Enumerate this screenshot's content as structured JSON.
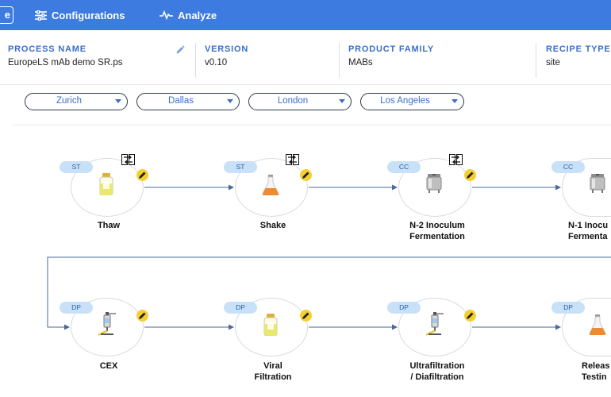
{
  "topbar": {
    "left_stub_label": "e",
    "configurations_label": "Configurations",
    "analyze_label": "Analyze",
    "accent_color": "#3d7be0"
  },
  "process": {
    "name_label": "PROCESS NAME",
    "name_value": "EuropeLS mAb demo SR.ps",
    "version_label": "VERSION",
    "version_value": "v0.10",
    "family_label": "PRODUCT FAMILY",
    "family_value": "MABs",
    "recipe_label": "RECIPE TYPE",
    "recipe_value": "site"
  },
  "sites": [
    "Zurich",
    "Dallas",
    "London",
    "Los Angeles"
  ],
  "steps": [
    {
      "badge": "ST",
      "label1": "Thaw",
      "label2": "",
      "icon": "vial-icon",
      "swap": true
    },
    {
      "badge": "ST",
      "label1": "Shake",
      "label2": "",
      "icon": "flask-icon",
      "swap": true
    },
    {
      "badge": "CC",
      "label1": "N-2 Inoculum",
      "label2": "Fermentation",
      "icon": "bioreactor-icon",
      "swap": true
    },
    {
      "badge": "CC",
      "label1": "N-1 Inocu",
      "label2": "Fermenta",
      "icon": "bioreactor-icon",
      "swap": false
    },
    {
      "badge": "DP",
      "label1": "CEX",
      "label2": "",
      "icon": "chromatography-icon",
      "swap": false
    },
    {
      "badge": "DP",
      "label1": "Viral",
      "label2": "Filtration",
      "icon": "vial-icon",
      "swap": false
    },
    {
      "badge": "DP",
      "label1": "Ultrafiltration",
      "label2": "/ Diafiltration",
      "icon": "chromatography-icon",
      "swap": false
    },
    {
      "badge": "DP",
      "label1": "Releas",
      "label2": "Testin",
      "icon": "flask-icon",
      "swap": false
    }
  ],
  "colors": {
    "badge_bg": "#c8e1f8",
    "edit_yellow": "#f6cf2e",
    "connector": "#4a6a9a"
  }
}
